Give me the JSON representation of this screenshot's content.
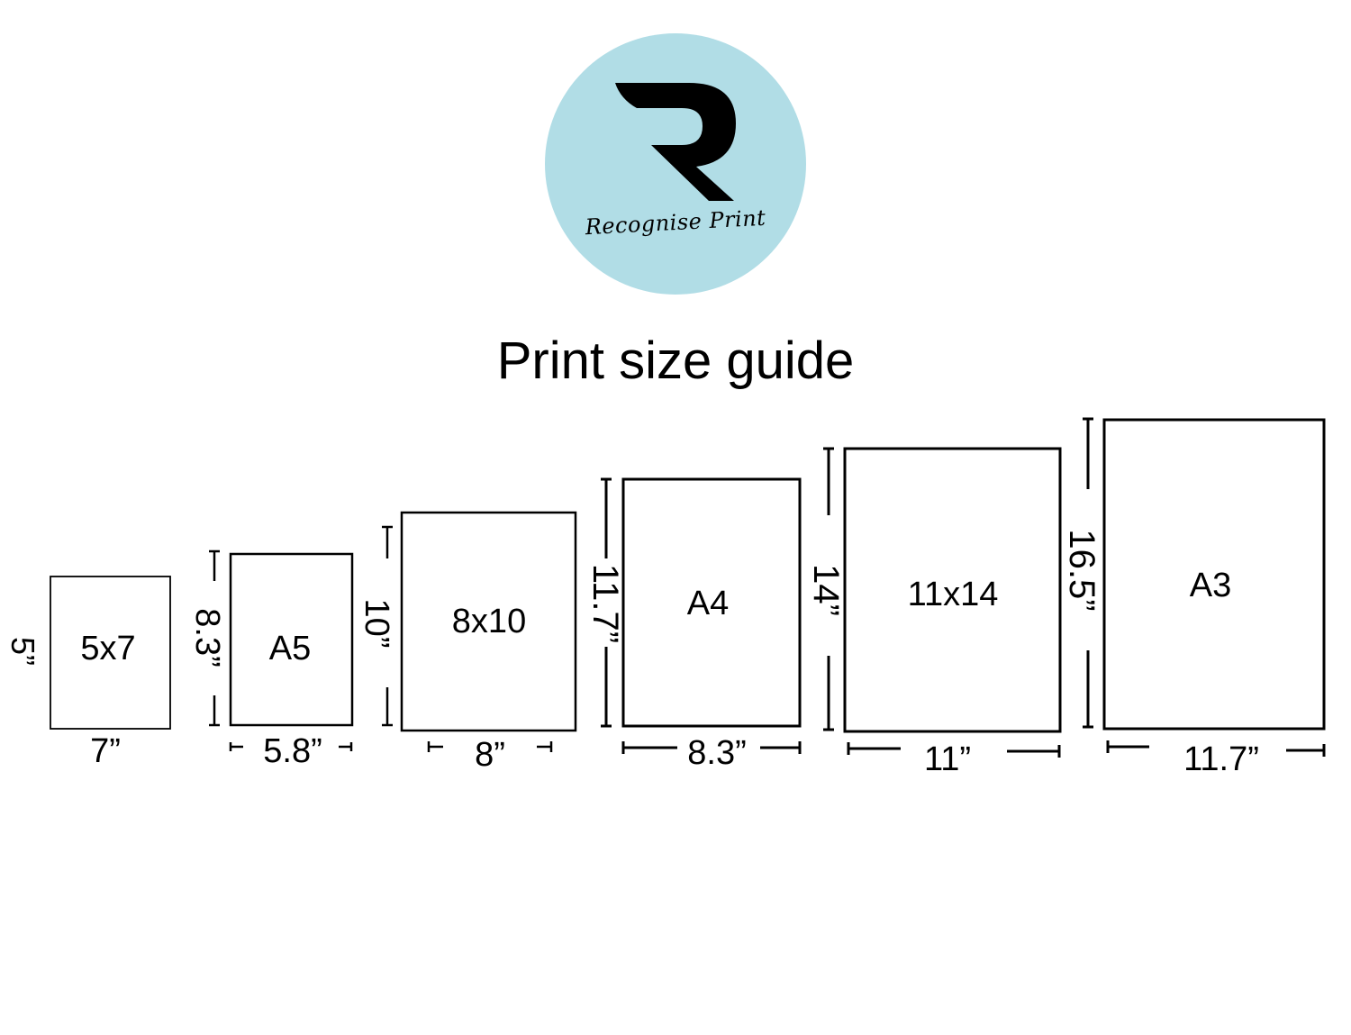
{
  "logo": {
    "name": "Recognise Print",
    "background": "#b1dde6"
  },
  "title": "Print size guide",
  "sizes": [
    {
      "label": "5x7",
      "height_label": "5”",
      "width_label": "7”"
    },
    {
      "label": "A5",
      "height_label": "8.3”",
      "width_label": "5.8”"
    },
    {
      "label": "8x10",
      "height_label": "10”",
      "width_label": "8”"
    },
    {
      "label": "A4",
      "height_label": "11.7”",
      "width_label": "8.3”"
    },
    {
      "label": "11x14",
      "height_label": "14”",
      "width_label": "11”"
    },
    {
      "label": "A3",
      "height_label": "16.5”",
      "width_label": "11.7”"
    }
  ]
}
